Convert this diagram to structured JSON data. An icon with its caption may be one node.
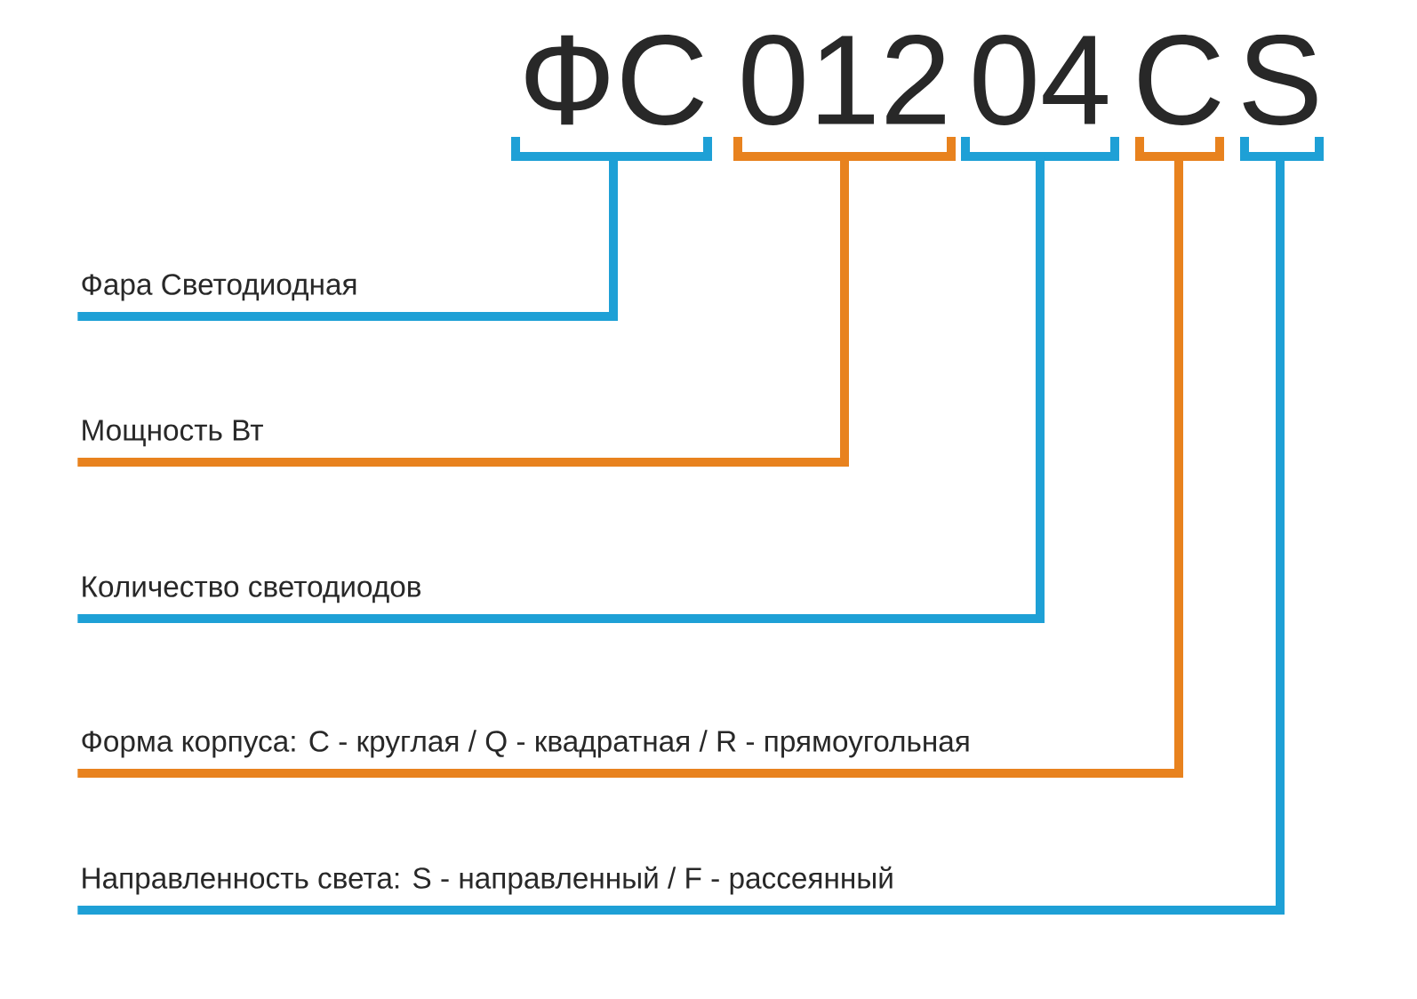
{
  "diagram": {
    "nodes": [
      {
        "text": [
          "ФС"
        ]
      },
      {
        "text": [
          "012"
        ]
      },
      {
        "text": [
          "04"
        ]
      },
      {
        "text": [
          "C"
        ]
      },
      {
        "text": [
          "S"
        ]
      },
      {
        "text": [
          "Фара Светодиодная"
        ]
      },
      {
        "text": [
          "Мощность Вт"
        ]
      },
      {
        "text": [
          "Количество светодиодов"
        ]
      },
      {
        "text": [
          "Форма корпуса: C - круглая / Q - квадратная / R - прямоугольная"
        ]
      },
      {
        "text": [
          "Направленность света: S - направленный / F - рассеянный"
        ]
      }
    ],
    "edges": [
      {
        "from": 0,
        "to": 5,
        "arrow": "none"
      },
      {
        "from": 1,
        "to": 6,
        "arrow": "none",
        "color": "#e8821e"
      },
      {
        "from": 2,
        "to": 7,
        "arrow": "none"
      },
      {
        "from": 3,
        "to": 8,
        "arrow": "none",
        "color": "#e8821e"
      },
      {
        "from": 4,
        "to": 9,
        "arrow": "none"
      }
    ]
  }
}
